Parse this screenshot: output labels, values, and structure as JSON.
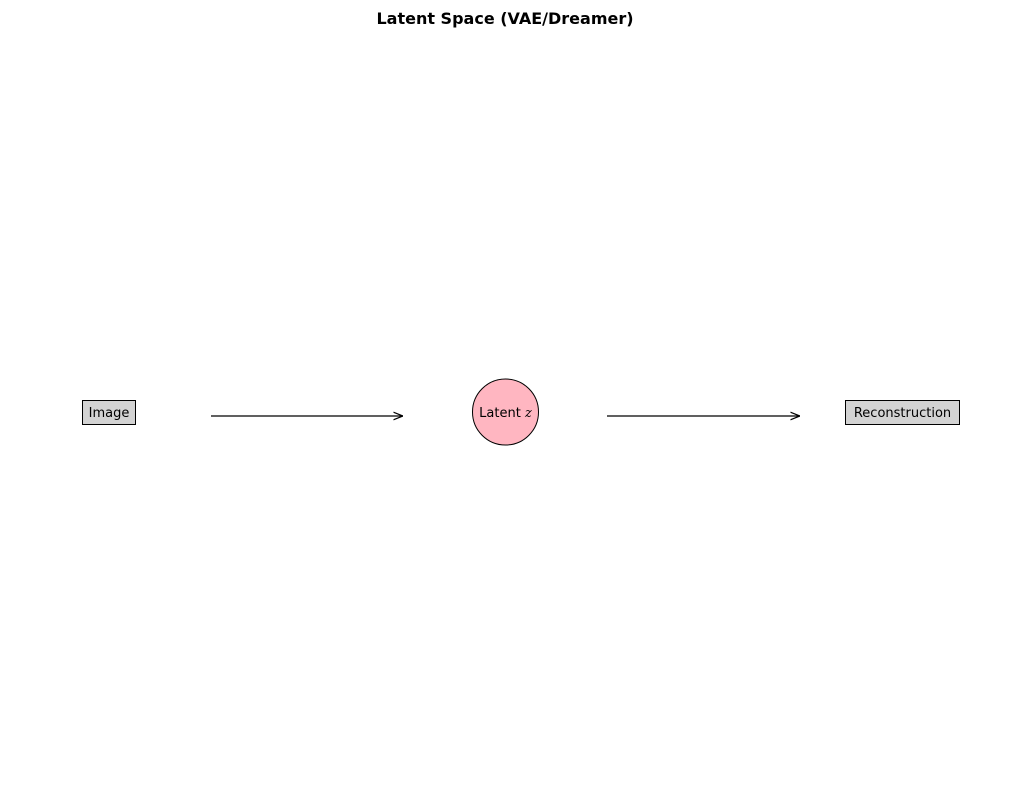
{
  "title": "Latent Space (VAE/Dreamer)",
  "nodes": {
    "image": {
      "label": "Image",
      "fill": "#d3d3d3"
    },
    "latent": {
      "label": "Latent ",
      "symbol": "z",
      "fill": "#ffb6c1"
    },
    "reconstruction": {
      "label": "Reconstruction",
      "fill": "#d3d3d3"
    }
  },
  "edges": [
    {
      "from": "image",
      "to": "latent"
    },
    {
      "from": "latent",
      "to": "reconstruction"
    }
  ],
  "colors": {
    "stroke": "#000000",
    "background": "#ffffff"
  }
}
